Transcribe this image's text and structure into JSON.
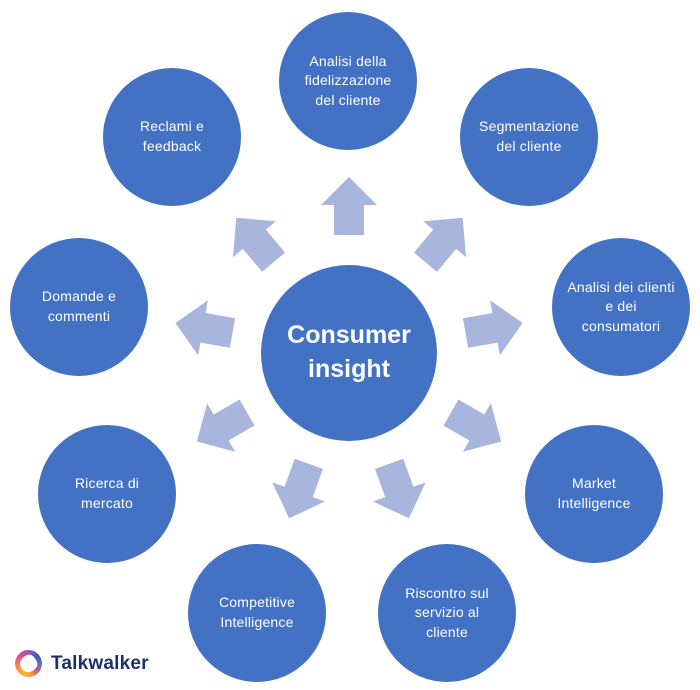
{
  "diagram": {
    "title": "Consumer insight radial diagram",
    "hub": {
      "label": "Consumer insight",
      "line1": "Consumer",
      "line2": "insight"
    },
    "satellites": [
      {
        "label": "Analisi della fidelizzazione del cliente"
      },
      {
        "label": "Segmentazione del cliente"
      },
      {
        "label": "Analisi dei clienti e dei consumatori"
      },
      {
        "label": "Market Intelligence"
      },
      {
        "label": "Riscontro sul servizio al cliente"
      },
      {
        "label": "Competitive Intelligence"
      },
      {
        "label": "Ricerca di mercato"
      },
      {
        "label": "Domande e commenti"
      },
      {
        "label": "Reclami e feedback"
      }
    ],
    "arrows": [
      {
        "direction": "up"
      },
      {
        "direction": "up-right"
      },
      {
        "direction": "right"
      },
      {
        "direction": "down-right"
      },
      {
        "direction": "down-down-right"
      },
      {
        "direction": "down-down-left"
      },
      {
        "direction": "down-left"
      },
      {
        "direction": "left"
      },
      {
        "direction": "up-left"
      }
    ],
    "colors": {
      "circle": "#4372c4",
      "arrow": "#a8b6dd",
      "label": "#ffffff",
      "brand": "#1e2f63"
    }
  },
  "footer": {
    "brand": "Talkwalker"
  }
}
